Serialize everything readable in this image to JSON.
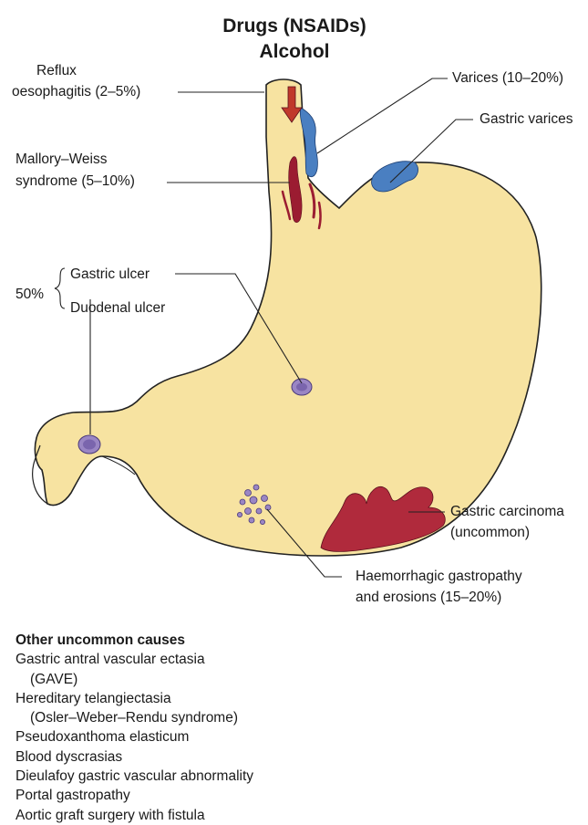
{
  "title": {
    "line1": "Drugs (NSAIDs)",
    "line2": "Alcohol"
  },
  "labels": {
    "reflux_line1": "Reflux",
    "reflux_line2": "oesophagitis (2–5%)",
    "mallory_line1": "Mallory–Weiss",
    "mallory_line2": "syndrome (5–10%)",
    "varices": "Varices (10–20%)",
    "gastric_varices": "Gastric varices",
    "ulcer_percent": "50%",
    "gastric_ulcer": "Gastric ulcer",
    "duodenal_ulcer": "Duodenal ulcer",
    "carcinoma_line1": "Gastric carcinoma",
    "carcinoma_line2": "(uncommon)",
    "haemorrhagic_line1": "Haemorrhagic gastropathy",
    "haemorrhagic_line2": "and erosions (15–20%)"
  },
  "other_causes": {
    "heading": "Other uncommon causes",
    "items": [
      "Gastric antral vascular ectasia",
      "(GAVE)",
      "Hereditary telangiectasia",
      "(Osler–Weber–Rendu syndrome)",
      "Pseudoxanthoma elasticum",
      "Blood dyscrasias",
      "Dieulafoy gastric vascular abnormality",
      "Portal gastropathy",
      "Aortic graft surgery with fistula"
    ]
  },
  "colors": {
    "stomach_fill": "#f7e3a1",
    "stomach_outline": "#222222",
    "varices_blue": "#4a7fc1",
    "blood_red": "#9b1c31",
    "ulcer_purple": "#9a86c4",
    "arrow_red": "#c0392b"
  }
}
